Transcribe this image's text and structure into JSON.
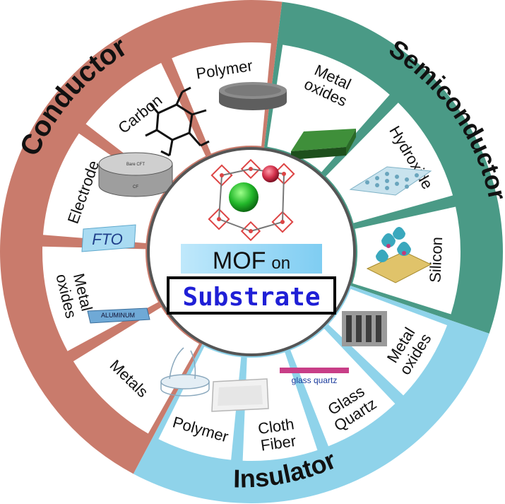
{
  "diagram": {
    "center": {
      "title_main": "MOF",
      "title_suffix": "on",
      "subtitle": "Substrate"
    },
    "categories": [
      {
        "name": "Conductor",
        "color": "#c97b6c",
        "segments": [
          "Metals",
          "Metal oxides",
          "Electrode",
          "Carbon",
          "Polymer"
        ],
        "image_labels": {
          "metals": "ALUMINUM",
          "oxides": "FTO",
          "electrode_top": "Bare CFT",
          "electrode_bottom": "CF"
        }
      },
      {
        "name": "Semiconductor",
        "color": "#4a9a86",
        "segments": [
          "Metal oxides",
          "Hydroxide",
          "Silicon"
        ]
      },
      {
        "name": "Insulator",
        "color": "#8fd3ea",
        "segments": [
          "Metal oxides",
          "Glass Quartz",
          "Cloth Fiber",
          "Polymer"
        ],
        "image_labels": {
          "glass": "glass quartz"
        }
      }
    ]
  }
}
